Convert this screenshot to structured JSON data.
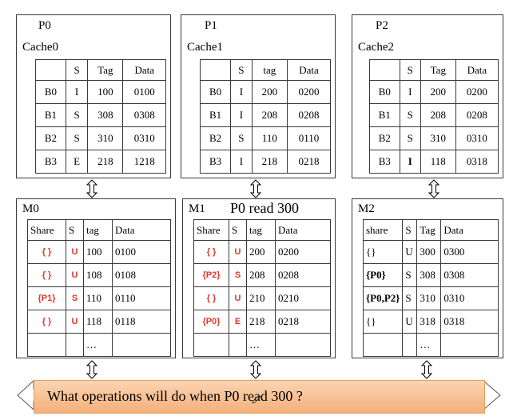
{
  "processors": [
    {
      "name": "P0",
      "cache": "Cache0",
      "header": [
        "",
        "S",
        "Tag",
        "Data"
      ],
      "rows": [
        [
          "B0",
          "I",
          "100",
          "0100"
        ],
        [
          "B1",
          "S",
          "308",
          "0308"
        ],
        [
          "B2",
          "S",
          "310",
          "0310"
        ],
        [
          "B3",
          "E",
          "218",
          "1218"
        ]
      ]
    },
    {
      "name": "P1",
      "cache": "Cache1",
      "header": [
        "",
        "S",
        "tag",
        "Data"
      ],
      "rows": [
        [
          "B0",
          "I",
          "200",
          "0200"
        ],
        [
          "B1",
          "I",
          "208",
          "0208"
        ],
        [
          "B2",
          "S",
          "110",
          "0110"
        ],
        [
          "B3",
          "I",
          "218",
          "0218"
        ]
      ]
    },
    {
      "name": "P2",
      "cache": "Cache2",
      "header": [
        "",
        "S",
        "Tag",
        "Data"
      ],
      "rows": [
        [
          "B0",
          "I",
          "200",
          "0200"
        ],
        [
          "B1",
          "S",
          "208",
          "0208"
        ],
        [
          "B2",
          "S",
          "310",
          "0310"
        ],
        [
          "B3",
          "I",
          "118",
          "0318"
        ]
      ]
    }
  ],
  "memories": [
    {
      "name": "M0",
      "header": [
        "Share",
        "S",
        "tag",
        "Data"
      ],
      "rows": [
        [
          "{ }",
          "U",
          "100",
          "0100"
        ],
        [
          "{ }",
          "U",
          "108",
          "0108"
        ],
        [
          "{P1}",
          "S",
          "110",
          "0110"
        ],
        [
          "{ }",
          "U",
          "118",
          "0118"
        ],
        [
          "",
          "",
          "…",
          ""
        ]
      ]
    },
    {
      "name": "M1",
      "header": [
        "Share",
        "S",
        "tag",
        "Data"
      ],
      "rows": [
        [
          "{ }",
          "U",
          "200",
          "0200"
        ],
        [
          "{P2}",
          "S",
          "208",
          "0208"
        ],
        [
          "{ }",
          "U",
          "210",
          "0210"
        ],
        [
          "{P0}",
          "E",
          "218",
          "0218"
        ],
        [
          "",
          "",
          "…",
          ""
        ]
      ]
    },
    {
      "name": "M2",
      "header": [
        "share",
        "S",
        "Tag",
        "Data"
      ],
      "rows": [
        [
          "{}",
          "U",
          "300",
          "0300"
        ],
        [
          "{P0}",
          "S",
          "308",
          "0308"
        ],
        [
          "{P0,P2}",
          "S",
          "310",
          "0310"
        ],
        [
          "{}",
          "U",
          "318",
          "0318"
        ],
        [
          "",
          "",
          "…",
          ""
        ]
      ]
    }
  ],
  "operation_label": "P0 read 300",
  "question": "What operations will do when P0 read 300 ?"
}
